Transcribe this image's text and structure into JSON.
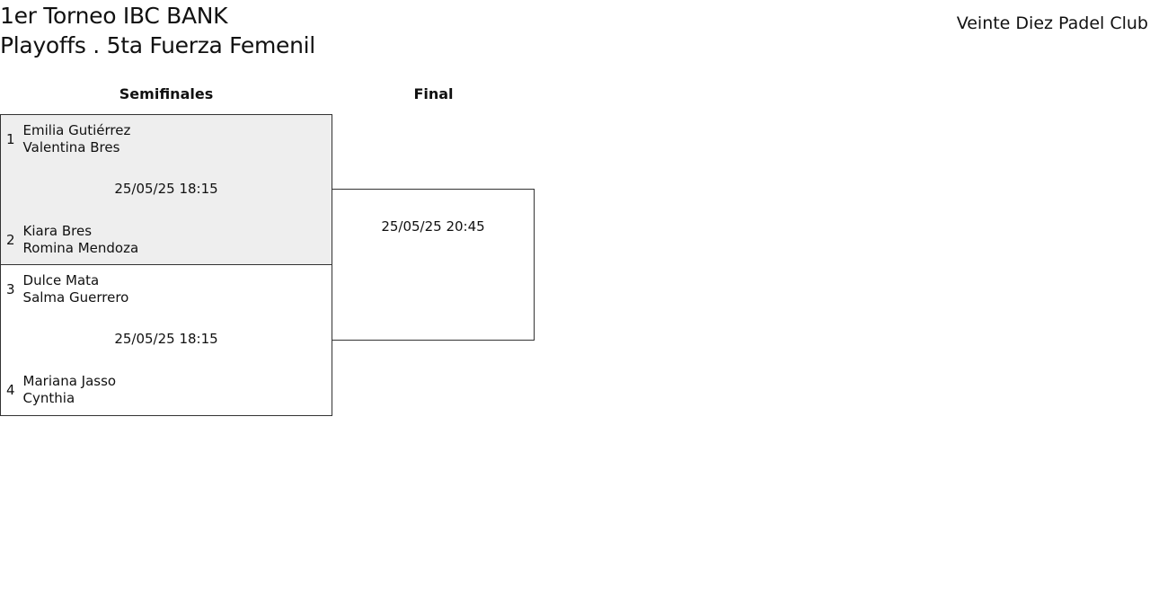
{
  "header": {
    "title_line_1": "1er Torneo IBC BANK",
    "title_line_2": "Playoffs . 5ta Fuerza Femenil",
    "club": "Veinte Diez Padel Club"
  },
  "rounds": {
    "semifinals_label": "Semifinales",
    "final_label": "Final"
  },
  "matches": {
    "semi_1": {
      "date": "25/05/25 18:15",
      "team_a": {
        "seed": "1",
        "player_1": "Emilia Gutiérrez",
        "player_2": "Valentina Bres"
      },
      "team_b": {
        "seed": "2",
        "player_1": "Kiara Bres",
        "player_2": "Romina Mendoza"
      }
    },
    "semi_2": {
      "date": "25/05/25 18:15",
      "team_a": {
        "seed": "3",
        "player_1": "Dulce Mata",
        "player_2": "Salma Guerrero"
      },
      "team_b": {
        "seed": "4",
        "player_1": "Mariana Jasso",
        "player_2": "Cynthia"
      }
    },
    "final": {
      "date": "25/05/25 20:45"
    }
  },
  "colors": {
    "highlight_background": "#eeeeee",
    "border": "#333333"
  }
}
